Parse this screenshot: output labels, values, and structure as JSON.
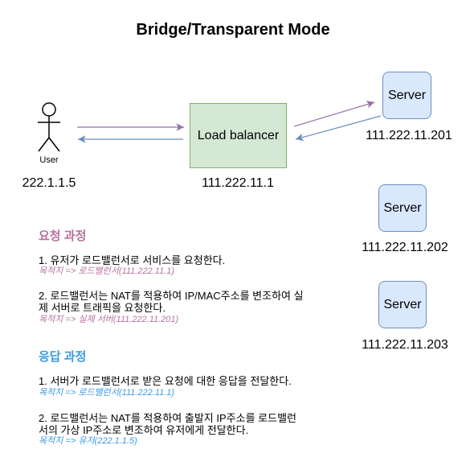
{
  "title": "Bridge/Transparent Mode",
  "user": {
    "label": "User",
    "ip": "222.1.1.5"
  },
  "load_balancer": {
    "label": "Load balancer",
    "ip": "111.222.11.1"
  },
  "servers": [
    {
      "label": "Server",
      "ip": "111.222.11.201"
    },
    {
      "label": "Server",
      "ip": "111.222.11.202"
    },
    {
      "label": "Server",
      "ip": "111.222.11.203"
    }
  ],
  "request": {
    "heading": "요청 과정",
    "color": "#b5739d",
    "steps": [
      {
        "text": "1. 유저가 로드밸런서로 서비스를 요청한다.",
        "dest": "목적지 => 로드밸런서(111.222.11.1)"
      },
      {
        "text": "2. 로드밸런서는 NAT를 적용하여 IP/MAC주소를 변조하여 실\n제 서버로 트래픽을 요청한다.",
        "dest": "목적지 => 실제 서버(111.222.11.201)"
      }
    ]
  },
  "response": {
    "heading": "응답 과정",
    "color": "#3b9ae0",
    "steps": [
      {
        "text": "1. 서버가 로드밸런서로 받은 요청에 대한 응답을 전달한다.",
        "dest": "목적지 => 로드밸런서(111.222.11.1)"
      },
      {
        "text": "2. 로드밸런서는 NAT를 적용하여 출발지 IP주소를 로드밸런\n서의 가상 IP주소로 변조하여 유저에게 전달한다.",
        "dest": "목적지 => 유저(222.1.1.5)"
      }
    ]
  },
  "colors": {
    "request_arrow": "#9673a6",
    "response_arrow": "#6c8ebf"
  }
}
